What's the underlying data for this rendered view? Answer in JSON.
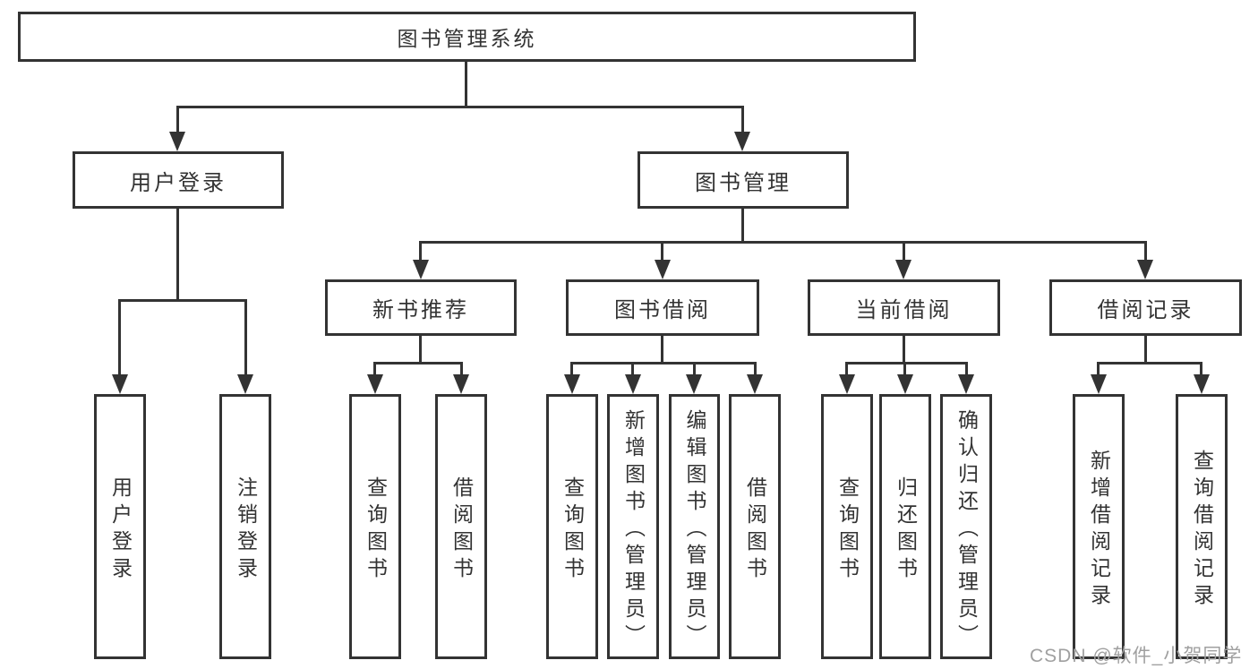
{
  "diagram": {
    "root": {
      "label": "图书管理系统"
    },
    "level2": [
      {
        "label": "用户登录"
      },
      {
        "label": "图书管理"
      }
    ],
    "level3": [
      {
        "label": "新书推荐"
      },
      {
        "label": "图书借阅"
      },
      {
        "label": "当前借阅"
      },
      {
        "label": "借阅记录"
      }
    ],
    "leaves": [
      {
        "label": "用户登录"
      },
      {
        "label": "注销登录"
      },
      {
        "label": "查询图书"
      },
      {
        "label": "借阅图书"
      },
      {
        "label": "查询图书"
      },
      {
        "label": "新增图书（管理员）"
      },
      {
        "label": "编辑图书（管理员）"
      },
      {
        "label": "借阅图书"
      },
      {
        "label": "查询图书"
      },
      {
        "label": "归还图书"
      },
      {
        "label": "确认归还（管理员）"
      },
      {
        "label": "新增借阅记录"
      },
      {
        "label": "查询借阅记录"
      }
    ]
  },
  "watermark": "CSDN @软件_小贺同学",
  "colors": {
    "line": "#333333",
    "text": "#333333",
    "background": "#ffffff",
    "watermark": "#a0a0a0"
  }
}
